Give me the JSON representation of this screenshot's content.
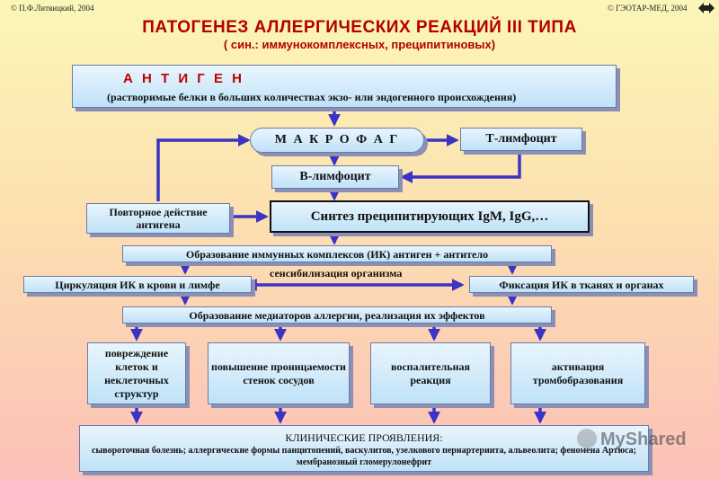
{
  "header": {
    "left_copyright": "© П.Ф.Литвицкий, 2004",
    "right_copyright": "© ГЭОТАР-МЕД, 2004",
    "title": "ПАТОГЕНЕЗ АЛЛЕРГИЧЕСКИХ РЕАКЦИЙ III ТИПА",
    "subtitle_open": "(",
    "subtitle": " син.: иммунокомплексных, преципитиновых",
    "subtitle_close": ")"
  },
  "nodes": {
    "antigen_title": "А Н Т И Г Е Н",
    "antigen_desc": "(растворимые белки в больших количествах экзо- или эндогенного происхождения)",
    "macrophage": "М А К Р О Ф А Г",
    "t_lymphocyte": "Т-лимфоцит",
    "b_lymphocyte": "В-лимфоцит",
    "repeat_action": "Повторное действие антигена",
    "synthesis": "Синтез преципитирующих IgM, IgG,…",
    "immune_complex": "Образование иммунных комплексов (ИК) антиген + антитело",
    "sensitization": "сенсибилизация организма",
    "circulation": "Циркуляция ИК в крови и лимфе",
    "fixation": "Фиксация ИК в тканях и органах",
    "mediators": "Образование медиаторов аллергии, реализация их  эффектов",
    "effects": [
      "повреждение клеток и неклеточных структур",
      "повышение проницаемости стенок сосудов",
      "воспалительная реакция",
      "активация тромбобразования"
    ],
    "clinical_title": "КЛИНИЧЕСКИЕ ПРОЯВЛЕНИЯ:",
    "clinical_text": "сывороточная болезнь; аллергические формы панцитопений, васкулитов, узелкового периартериита, альвеолита; феномена Артюса; мембранозный гломерулонефрит"
  },
  "watermark": "MyShared",
  "colors": {
    "title_red": "#b40000",
    "arrow_blue": "#3b33c4",
    "box_fill": "#bfe2f8"
  }
}
